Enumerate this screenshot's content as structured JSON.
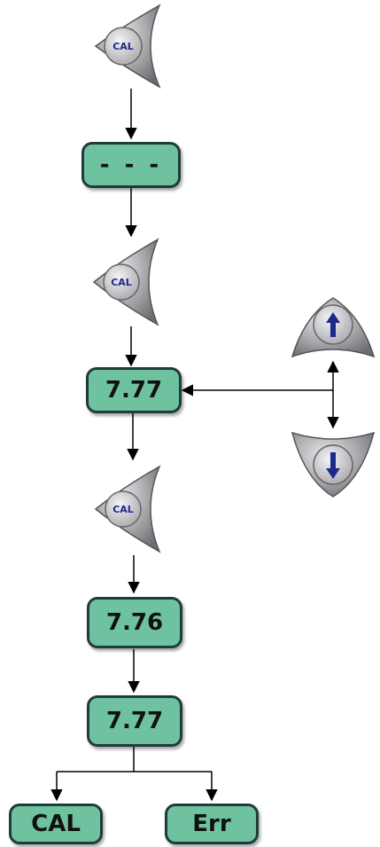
{
  "keys": {
    "cal_label": "CAL"
  },
  "displays": {
    "d1": "- - -",
    "d2": "7.77",
    "d3": "7.76",
    "d4": "7.77",
    "d5": "CAL",
    "d6": "Err"
  },
  "colors": {
    "display_fill": "#6fc2a0",
    "display_border": "#1f3b3a",
    "key_fill": "#a9a9ad",
    "arrow_glyph": "#1c2a8c"
  },
  "icons": [
    "cal-key-icon",
    "up-arrow-key-icon",
    "down-arrow-key-icon"
  ]
}
